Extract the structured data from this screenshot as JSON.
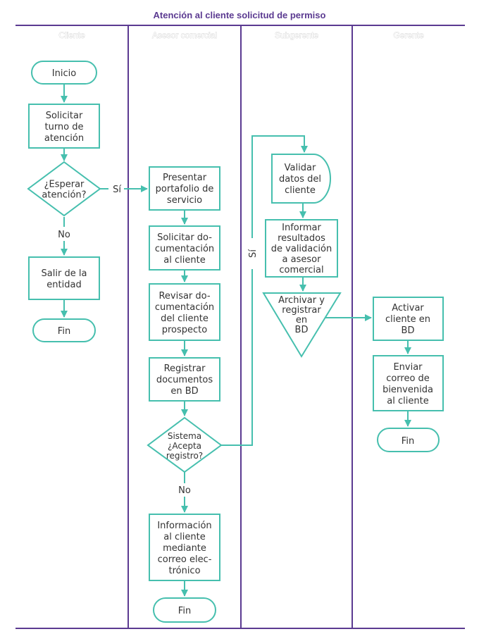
{
  "title": "Atención al cliente solicitud de permiso",
  "colors": {
    "accent": "#46bfae",
    "lane_lines": "#5b3a91",
    "title": "#5b3a91",
    "text": "#333333"
  },
  "lanes": [
    {
      "id": "cliente",
      "label": "Cliente"
    },
    {
      "id": "asesor",
      "label": "Asesor comercial"
    },
    {
      "id": "subgerente",
      "label": "Subgerente"
    },
    {
      "id": "gerente",
      "label": "Gerente"
    }
  ],
  "nodes": {
    "inicio": {
      "shape": "terminal",
      "lines": [
        "Inicio"
      ]
    },
    "solicitar_turno": {
      "shape": "process",
      "lines": [
        "Solicitar",
        "turno de",
        "atención"
      ]
    },
    "esperar": {
      "shape": "decision",
      "lines": [
        "¿Esperar",
        "atención?"
      ]
    },
    "salir": {
      "shape": "process",
      "lines": [
        "Salir de la",
        "entidad"
      ]
    },
    "fin_cliente": {
      "shape": "terminal",
      "lines": [
        "Fin"
      ]
    },
    "presentar": {
      "shape": "process",
      "lines": [
        "Presentar",
        "portafolio de",
        "servicio"
      ]
    },
    "solicitar_doc": {
      "shape": "process",
      "lines": [
        "Solicitar do-",
        "cumentación",
        "al cliente"
      ]
    },
    "revisar": {
      "shape": "process",
      "lines": [
        "Revisar do-",
        "cumentación",
        "del cliente",
        "prospecto"
      ]
    },
    "registrar": {
      "shape": "process",
      "lines": [
        "Registrar",
        "documentos",
        "en BD"
      ]
    },
    "sistema": {
      "shape": "decision",
      "lines": [
        "Sistema",
        "¿Acepta",
        "registro?"
      ]
    },
    "informacion": {
      "shape": "process",
      "lines": [
        "Información",
        "al cliente",
        "mediante",
        "correo elec-",
        "trónico"
      ]
    },
    "fin_asesor": {
      "shape": "terminal",
      "lines": [
        "Fin"
      ]
    },
    "validar": {
      "shape": "delay",
      "lines": [
        "Validar",
        "datos del",
        "cliente"
      ]
    },
    "informar": {
      "shape": "process",
      "lines": [
        "Informar",
        "resultados",
        "de validación",
        "a asesor",
        "comercial"
      ]
    },
    "archivar": {
      "shape": "merge",
      "lines": [
        "Archivar y",
        "registrar",
        "en",
        "BD"
      ]
    },
    "activar": {
      "shape": "process",
      "lines": [
        "Activar",
        "cliente en",
        "BD"
      ]
    },
    "enviar": {
      "shape": "process",
      "lines": [
        "Enviar",
        "correo de",
        "bienvenida",
        "al cliente"
      ]
    },
    "fin_gerente": {
      "shape": "terminal",
      "lines": [
        "Fin"
      ]
    }
  },
  "edge_labels": {
    "si_esperar": "Sí",
    "no_esperar": "No",
    "si_sistema": "Sí",
    "no_sistema": "No"
  }
}
